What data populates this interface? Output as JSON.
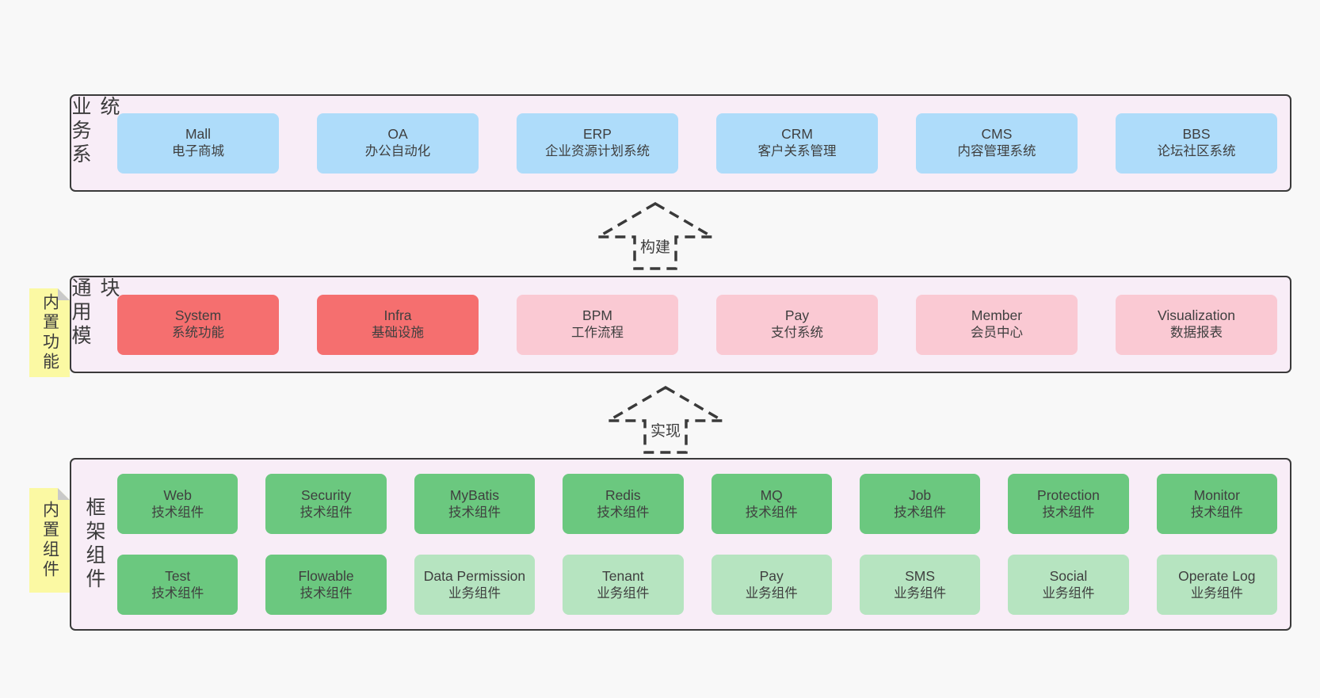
{
  "colors": {
    "page_bg": "#F8F8F8",
    "band_bg": "#F8EDF7",
    "band_border": "#3A3A3A",
    "blue": "#AEDCFA",
    "red": "#F56F6F",
    "pink": "#FAC9D3",
    "green": "#6BC87F",
    "light_green": "#B6E4C0",
    "sticky_yellow": "#FBF9A3",
    "sticky_fold": "#C9C9C9",
    "text": "#3F3F3F"
  },
  "arrows": [
    {
      "label": "构建"
    },
    {
      "label": "实现"
    }
  ],
  "bands": [
    {
      "label": "业务系统",
      "rows": [
        [
          {
            "name": "Mall",
            "desc": "电子商城",
            "color": "blue"
          },
          {
            "name": "OA",
            "desc": "办公自动化",
            "color": "blue"
          },
          {
            "name": "ERP",
            "desc": "企业资源计划系统",
            "color": "blue"
          },
          {
            "name": "CRM",
            "desc": "客户关系管理",
            "color": "blue"
          },
          {
            "name": "CMS",
            "desc": "内容管理系统",
            "color": "blue"
          },
          {
            "name": "BBS",
            "desc": "论坛社区系统",
            "color": "blue"
          }
        ]
      ]
    },
    {
      "label": "通用模块",
      "sticky": "内置功能",
      "rows": [
        [
          {
            "name": "System",
            "desc": "系统功能",
            "color": "red"
          },
          {
            "name": "Infra",
            "desc": "基础设施",
            "color": "red"
          },
          {
            "name": "BPM",
            "desc": "工作流程",
            "color": "pink"
          },
          {
            "name": "Pay",
            "desc": "支付系统",
            "color": "pink"
          },
          {
            "name": "Member",
            "desc": "会员中心",
            "color": "pink"
          },
          {
            "name": "Visualization",
            "desc": "数据报表",
            "color": "pink"
          }
        ]
      ]
    },
    {
      "label": "框架组件",
      "sticky": "内置组件",
      "rows": [
        [
          {
            "name": "Web",
            "desc": "技术组件",
            "color": "green"
          },
          {
            "name": "Security",
            "desc": "技术组件",
            "color": "green"
          },
          {
            "name": "MyBatis",
            "desc": "技术组件",
            "color": "green"
          },
          {
            "name": "Redis",
            "desc": "技术组件",
            "color": "green"
          },
          {
            "name": "MQ",
            "desc": "技术组件",
            "color": "green"
          },
          {
            "name": "Job",
            "desc": "技术组件",
            "color": "green"
          },
          {
            "name": "Protection",
            "desc": "技术组件",
            "color": "green"
          },
          {
            "name": "Monitor",
            "desc": "技术组件",
            "color": "green"
          }
        ],
        [
          {
            "name": "Test",
            "desc": "技术组件",
            "color": "green"
          },
          {
            "name": "Flowable",
            "desc": "技术组件",
            "color": "green"
          },
          {
            "name": "Data Permission",
            "desc": "业务组件",
            "color": "lightgreen"
          },
          {
            "name": "Tenant",
            "desc": "业务组件",
            "color": "lightgreen"
          },
          {
            "name": "Pay",
            "desc": "业务组件",
            "color": "lightgreen"
          },
          {
            "name": "SMS",
            "desc": "业务组件",
            "color": "lightgreen"
          },
          {
            "name": "Social",
            "desc": "业务组件",
            "color": "lightgreen"
          },
          {
            "name": "Operate Log",
            "desc": "业务组件",
            "color": "lightgreen"
          }
        ]
      ]
    }
  ]
}
